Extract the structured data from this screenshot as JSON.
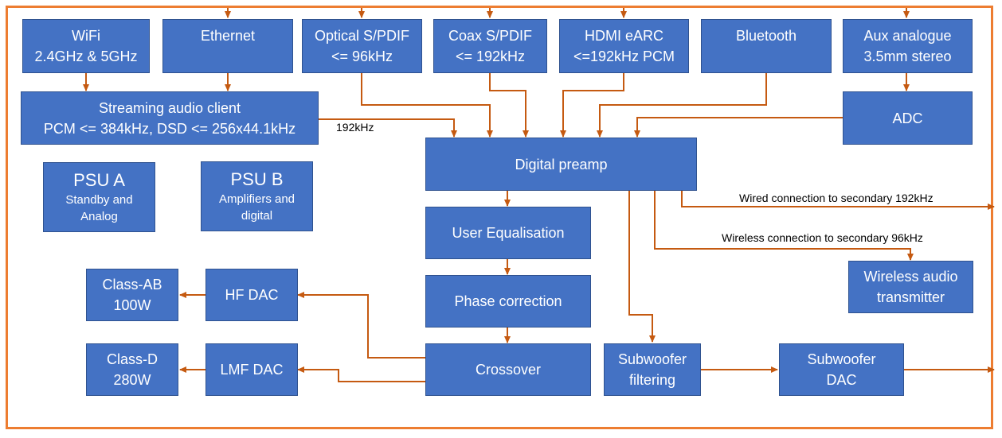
{
  "colors": {
    "box_fill": "#4472C4",
    "box_text": "#FFFFFF",
    "wire": "#C55A11",
    "frame": "#ED7D31"
  },
  "inputs": {
    "wifi": [
      "WiFi",
      "2.4GHz & 5GHz"
    ],
    "ethernet": [
      "Ethernet"
    ],
    "optical": [
      "Optical S/PDIF",
      "<= 96kHz"
    ],
    "coax": [
      "Coax S/PDIF",
      "<= 192kHz"
    ],
    "hdmi": [
      "HDMI eARC",
      "<=192kHz PCM"
    ],
    "bluetooth": [
      "Bluetooth"
    ],
    "aux": [
      "Aux analogue",
      "3.5mm stereo"
    ]
  },
  "streaming": [
    "Streaming audio client",
    "PCM <= 384kHz, DSD <= 256x44.1kHz"
  ],
  "adc": [
    "ADC"
  ],
  "preamp": [
    "Digital preamp"
  ],
  "eq": [
    "User Equalisation"
  ],
  "phase": [
    "Phase correction"
  ],
  "crossover": [
    "Crossover"
  ],
  "hf_dac": [
    "HF DAC"
  ],
  "lmf_dac": [
    "LMF DAC"
  ],
  "class_ab": [
    "Class-AB",
    "100W"
  ],
  "class_d": [
    "Class-D",
    "280W"
  ],
  "sub_filter": [
    "Subwoofer",
    "filtering"
  ],
  "sub_dac": [
    "Subwoofer",
    "DAC"
  ],
  "wireless_tx": [
    "Wireless audio",
    "transmitter"
  ],
  "psu_a": {
    "title": "PSU A",
    "desc": [
      "Standby and",
      "Analog"
    ]
  },
  "psu_b": {
    "title": "PSU B",
    "desc": [
      "Amplifiers and",
      "digital"
    ]
  },
  "labels": {
    "streaming_rate": "192kHz",
    "wired_secondary": "Wired connection to secondary 192kHz",
    "wireless_secondary": "Wireless connection to secondary 96kHz"
  }
}
